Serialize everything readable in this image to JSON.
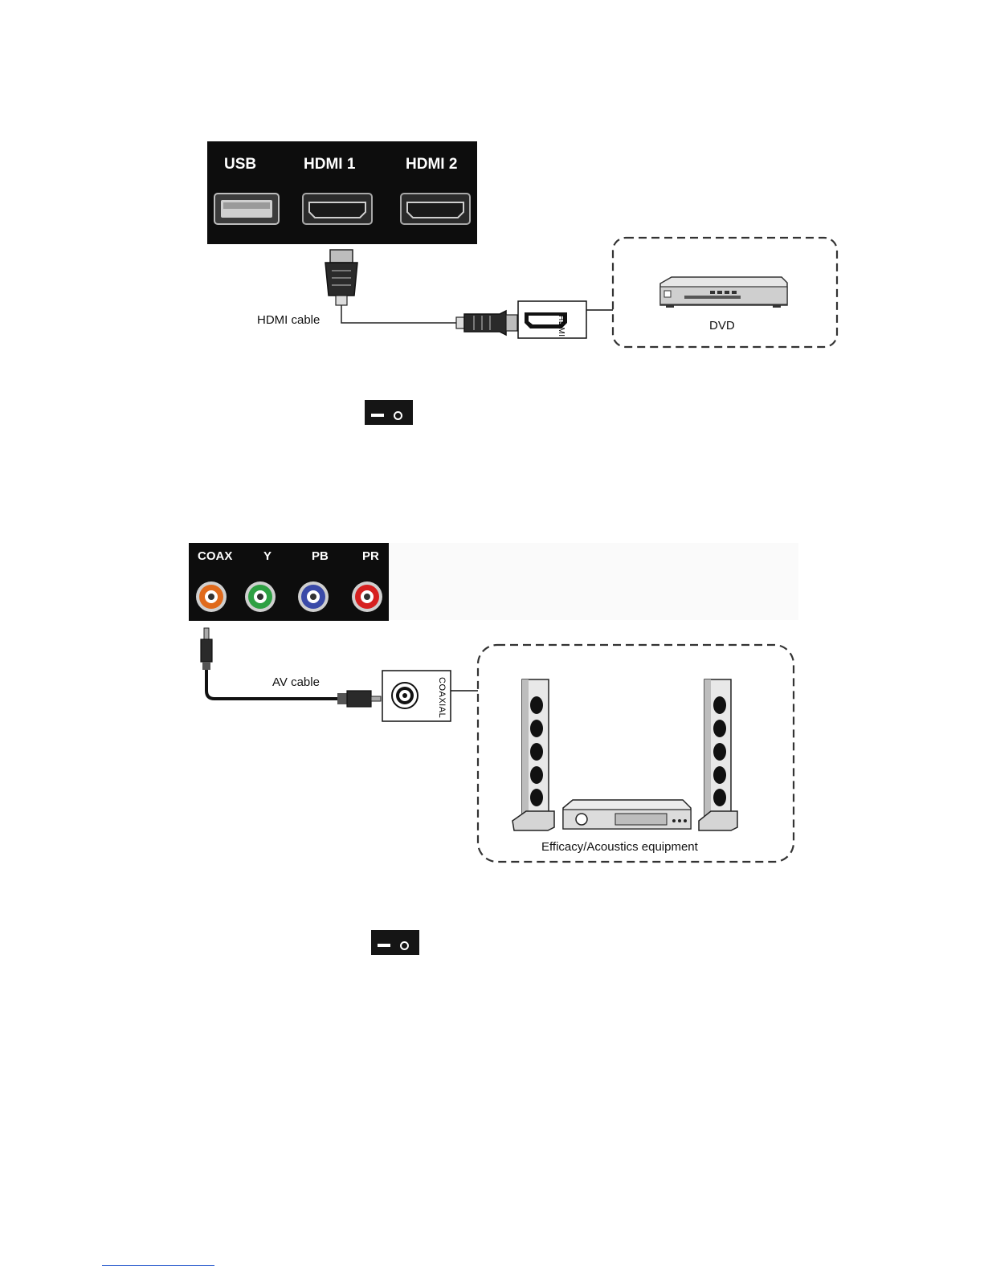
{
  "hdmi_section": {
    "panel_ports": [
      "USB",
      "HDMI 1",
      "HDMI 2"
    ],
    "cable_label": "HDMI cable",
    "device_port_label": "HDMI",
    "device_label": "DVD"
  },
  "coax_section": {
    "panel_ports": [
      "COAX",
      "Y",
      "PB",
      "PR"
    ],
    "jack_colors": [
      "#e06a1c",
      "#2ea043",
      "#3a4aa8",
      "#d62020"
    ],
    "cable_label": "AV cable",
    "device_port_label": "COAXIAL",
    "device_label": "Efficacy/Acoustics equipment"
  },
  "icons": [
    "power-switch-icon",
    "power-switch-icon"
  ]
}
